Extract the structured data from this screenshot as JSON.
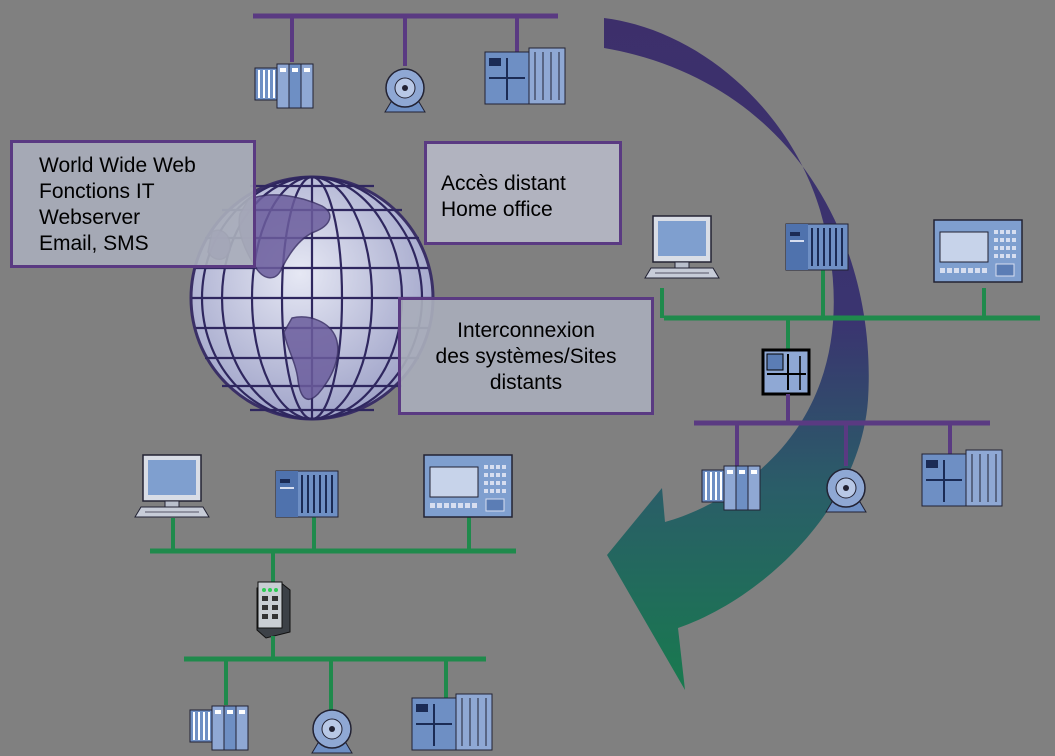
{
  "labels": {
    "web": {
      "lines": [
        "World Wide Web",
        "Fonctions IT",
        "Webserver",
        "Email, SMS"
      ]
    },
    "remote": {
      "lines": [
        "Accès distant",
        "Home office"
      ]
    },
    "interconnect": {
      "lines": [
        "Interconnexion",
        "des systèmes/Sites",
        "distants"
      ]
    }
  },
  "colors": {
    "background": "#808080",
    "industrial_bus": "#5a3a82",
    "ethernet": "#1f8a4c",
    "box_border": "#5a3a82",
    "arrow_top": "#3d2f6b",
    "arrow_bottom": "#1a7a4f",
    "device": "#5b7db5"
  }
}
